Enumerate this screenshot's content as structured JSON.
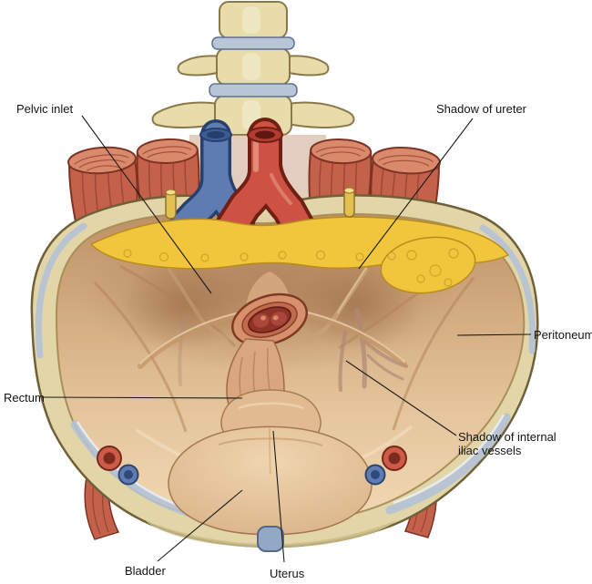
{
  "figure": {
    "background_color": "#ffffff"
  },
  "labels": {
    "pelvic_inlet": "Pelvic inlet",
    "shadow_of_ureter": "Shadow of ureter",
    "peritoneum": "Peritoneum",
    "shadow_of_internal_iliac_vessels": "Shadow of internal iliac vessels",
    "rectum": "Rectum",
    "bladder": "Bladder",
    "uterus": "Uterus"
  },
  "palette": {
    "bone": "#e2d5a8",
    "bone_outline": "#6f6038",
    "muscle_red": "#c4614a",
    "muscle_dark": "#7e3322",
    "artery_red": "#cd5243",
    "vein_blue": "#5e7cb1",
    "fat_yellow": "#f1c63d",
    "peritoneum_tan": "#e2bd92",
    "disc_blue_gray": "#b9c6d8",
    "cartilage_blue": "#b4c2d6",
    "leader_line": "#1a1a1a"
  }
}
